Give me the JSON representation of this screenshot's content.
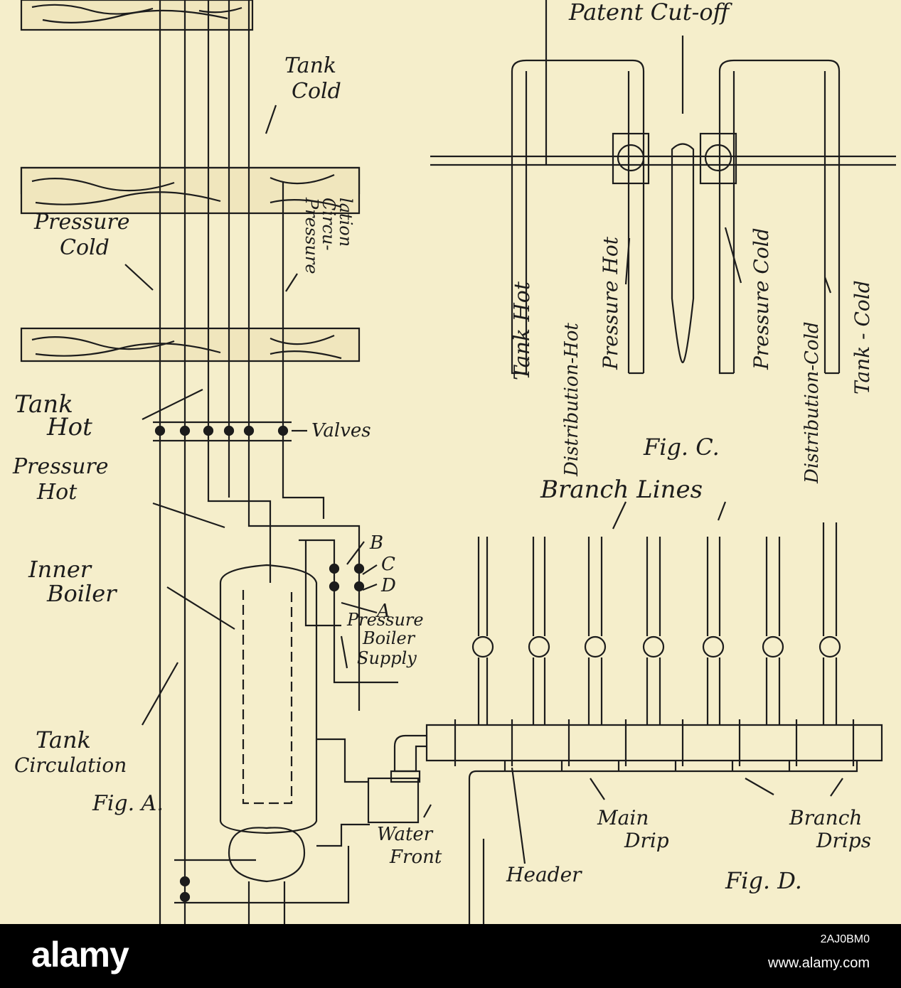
{
  "figures": {
    "fig_a": {
      "caption": "Fig. A.",
      "labels": {
        "tank_cold": [
          "Tank",
          "Cold"
        ],
        "pressure_cold": [
          "Pressure",
          "Cold"
        ],
        "pressure_circulation": [
          "Pressure",
          "Circu-",
          "lation"
        ],
        "tank_hot": [
          "Tank",
          "Hot"
        ],
        "valves": "Valves",
        "pressure_hot": [
          "Pressure",
          "Hot"
        ],
        "inner_boiler": [
          "Inner",
          "Boiler"
        ],
        "tank_circulation": [
          "Tank",
          "Circulation"
        ],
        "pressure_boiler_supply": [
          "Pressure",
          "Boiler",
          "Supply"
        ],
        "water_front": [
          "Water",
          "Front"
        ],
        "valve_letters": [
          "B",
          "C",
          "D",
          "A"
        ]
      }
    },
    "fig_c": {
      "caption": "Fig. C.",
      "title": "Patent Cut-off",
      "vertical_labels": [
        "Tank Hot",
        "Distribution-Hot",
        "Pressure Hot",
        "Pressure Cold",
        "Distribution-Cold",
        "Tank - Cold"
      ]
    },
    "fig_d": {
      "caption": "Fig. D.",
      "labels": {
        "branch_lines": "Branch Lines",
        "main_drip": [
          "Main",
          "Drip"
        ],
        "branch_drips": [
          "Branch",
          "Drips"
        ],
        "header": "Header"
      }
    }
  },
  "watermark": {
    "brand": "alamy",
    "image_id": "2AJ0BM0",
    "site": "www.alamy.com"
  },
  "colors": {
    "paper": "#f5eecb",
    "ink": "#1c1c1c",
    "footer": "#000000"
  }
}
